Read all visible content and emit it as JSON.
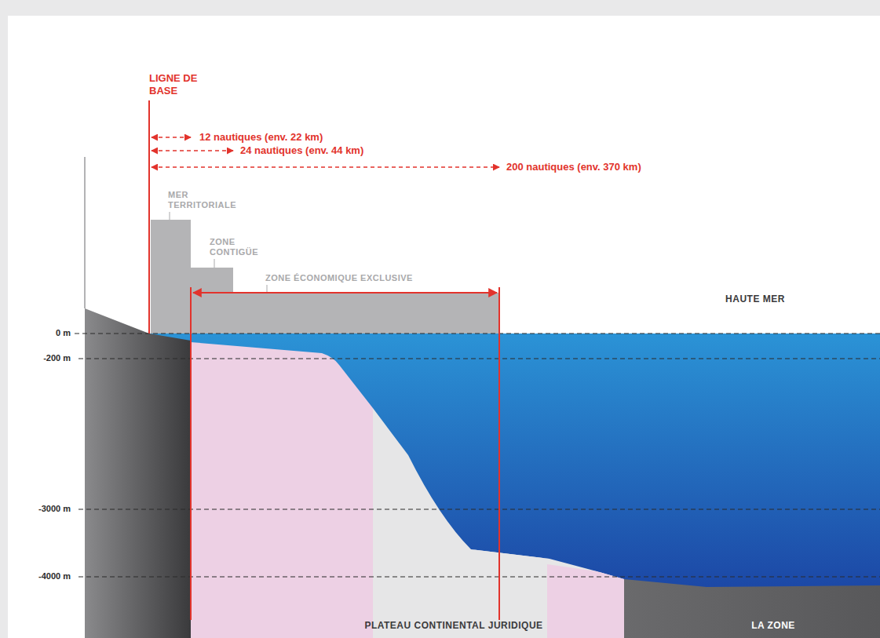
{
  "diagram": {
    "labels": [
      "LIGNE DE BASE",
      "12 nautiques (env. 22 km)",
      "24 nautiques (env. 44 km)",
      "200 nautiques (env. 370 km)",
      "MER TERRITORIALE",
      "ZONE CONTIGÜE",
      "ZONE ÉCONOMIQUE EXCLUSIVE",
      "HAUTE MER",
      "0 m",
      "-200 m",
      "-3000 m",
      "-4000 m",
      "PLATEAU CONTINENTAL JURIDIQUE",
      "LA ZONE"
    ]
  }
}
